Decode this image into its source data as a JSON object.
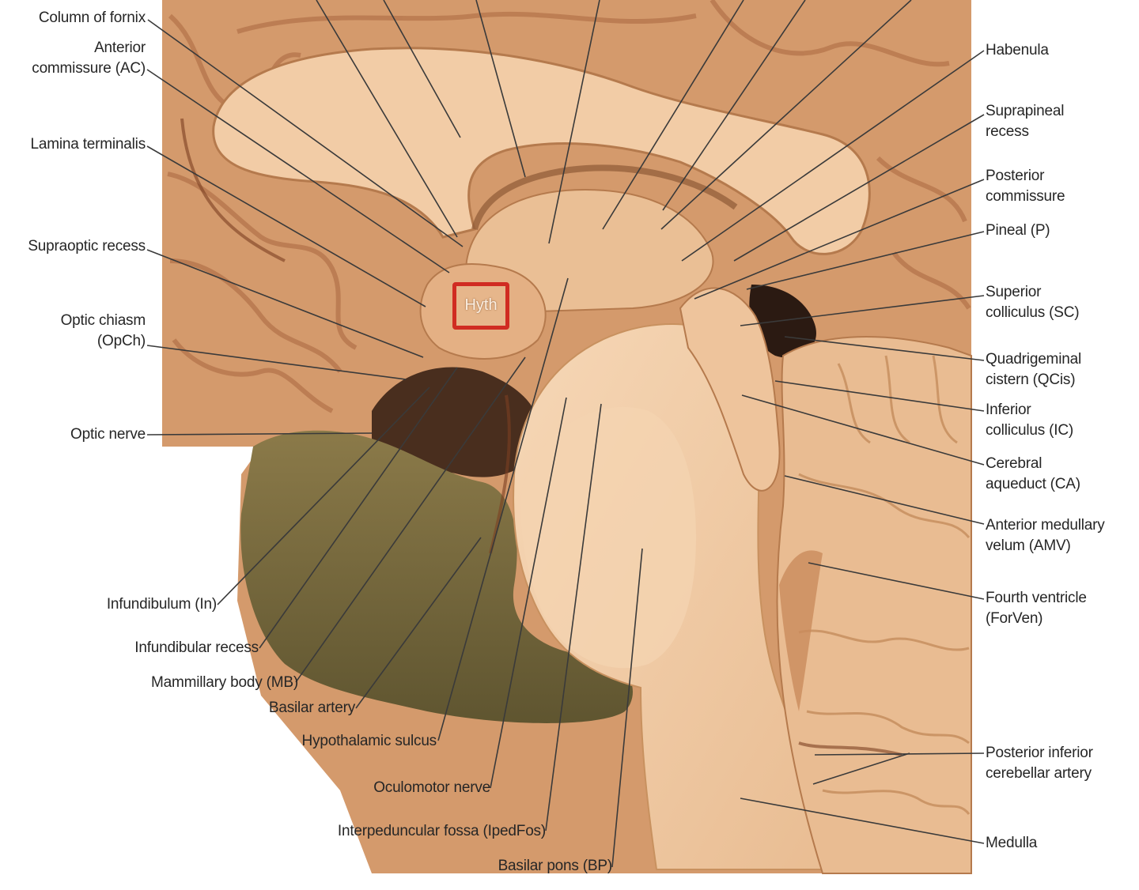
{
  "highlight": {
    "text": "Hyth"
  },
  "labels": {
    "column_of_fornix": "Column of fornix",
    "anterior_commissure": [
      "Anterior",
      "commissure (AC)"
    ],
    "lamina_terminalis": "Lamina terminalis",
    "supraoptic_recess": "Supraoptic recess",
    "optic_chiasm": [
      "Optic chiasm",
      "(OpCh)"
    ],
    "optic_nerve": "Optic nerve",
    "infundibulum": "Infundibulum (In)",
    "infundibular_recess": "Infundibular recess",
    "mammillary_body": "Mammillary body (MB)",
    "basilar_artery": "Basilar artery",
    "hypothalamic_sulcus": "Hypothalamic sulcus",
    "oculomotor_nerve": "Oculomotor nerve",
    "interpeduncular_fossa": "Interpeduncular fossa (IpedFos)",
    "basilar_pons": "Basilar pons (BP)",
    "habenula": "Habenula",
    "suprapineal_recess": [
      "Suprapineal",
      "recess"
    ],
    "posterior_commissure": [
      "Posterior",
      "commissure"
    ],
    "pineal": "Pineal (P)",
    "superior_colliculus": [
      "Superior",
      "colliculus (SC)"
    ],
    "quadrigeminal_cistern": [
      "Quadrigeminal",
      "cistern (QCis)"
    ],
    "inferior_colliculus": [
      "Inferior",
      "colliculus (IC)"
    ],
    "cerebral_aqueduct": [
      "Cerebral",
      "aqueduct (CA)"
    ],
    "anterior_medullary_velum": [
      "Anterior medullary",
      "velum (AMV)"
    ],
    "fourth_ventricle": [
      "Fourth ventricle",
      "(ForVen)"
    ],
    "posterior_inferior_cerebellar_artery": [
      "Posterior inferior",
      "cerebellar artery"
    ],
    "medulla": "Medulla"
  },
  "colors": {
    "tissue_light": "#f2cca6",
    "tissue_mid": "#d9a276",
    "tissue_dark": "#a8693f",
    "cerebellum_base": "#7a6a3e",
    "cavity": "#3a2216",
    "highlight_border": "#d02c22",
    "leader_line": "#3a3a3a"
  }
}
